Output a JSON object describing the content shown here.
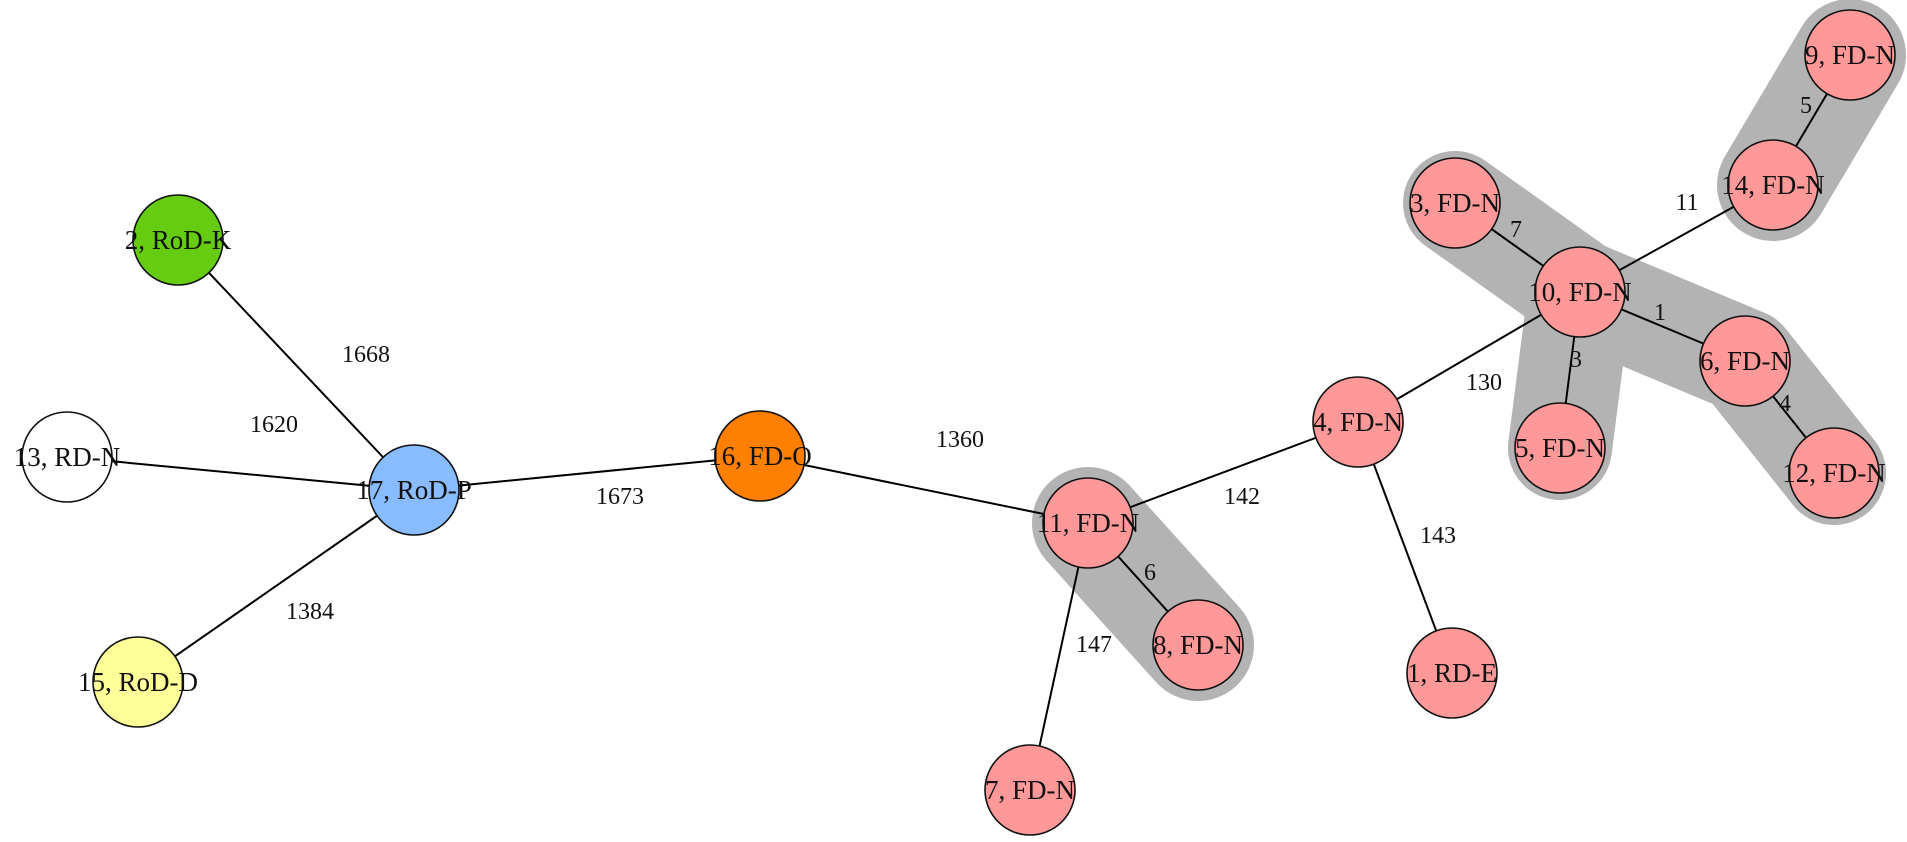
{
  "diagram": {
    "colors": {
      "FD-N": "#ff9999",
      "RoD-K": "#66cc11",
      "RD-N": "#ffffff",
      "RoD-P": "#88bbff",
      "RoD-D": "#ffff99",
      "FD-O": "#ff7f00",
      "RD-E": "#ff9999",
      "cluster_shade": "#b3b3b3",
      "edge": "#000000"
    },
    "nodes": [
      {
        "id": "1",
        "label": "1, RD-E",
        "group": "RD-E"
      },
      {
        "id": "2",
        "label": "2, RoD-K",
        "group": "RoD-K"
      },
      {
        "id": "3",
        "label": "3, FD-N",
        "group": "FD-N"
      },
      {
        "id": "4",
        "label": "4, FD-N",
        "group": "FD-N"
      },
      {
        "id": "5",
        "label": "5, FD-N",
        "group": "FD-N"
      },
      {
        "id": "6",
        "label": "6, FD-N",
        "group": "FD-N"
      },
      {
        "id": "7",
        "label": "7, FD-N",
        "group": "FD-N"
      },
      {
        "id": "8",
        "label": "8, FD-N",
        "group": "FD-N"
      },
      {
        "id": "9",
        "label": "9, FD-N",
        "group": "FD-N"
      },
      {
        "id": "10",
        "label": "10, FD-N",
        "group": "FD-N"
      },
      {
        "id": "11",
        "label": "11, FD-N",
        "group": "FD-N"
      },
      {
        "id": "12",
        "label": "12, FD-N",
        "group": "FD-N"
      },
      {
        "id": "13",
        "label": "13, RD-N",
        "group": "RD-N"
      },
      {
        "id": "14",
        "label": "14, FD-N",
        "group": "FD-N"
      },
      {
        "id": "15",
        "label": "15, RoD-D",
        "group": "RoD-D"
      },
      {
        "id": "16",
        "label": "16, FD-O",
        "group": "FD-O"
      },
      {
        "id": "17",
        "label": "17, RoD-P",
        "group": "RoD-P"
      }
    ],
    "edges": [
      {
        "from": "2",
        "to": "17",
        "label": "1668"
      },
      {
        "from": "13",
        "to": "17",
        "label": "1620"
      },
      {
        "from": "15",
        "to": "17",
        "label": "1384"
      },
      {
        "from": "17",
        "to": "16",
        "label": "1673"
      },
      {
        "from": "16",
        "to": "11",
        "label": "1360"
      },
      {
        "from": "11",
        "to": "4",
        "label": "142"
      },
      {
        "from": "11",
        "to": "8",
        "label": "6"
      },
      {
        "from": "11",
        "to": "7",
        "label": "147"
      },
      {
        "from": "4",
        "to": "1",
        "label": "143"
      },
      {
        "from": "4",
        "to": "10",
        "label": "130"
      },
      {
        "from": "10",
        "to": "3",
        "label": "7"
      },
      {
        "from": "10",
        "to": "5",
        "label": "3"
      },
      {
        "from": "10",
        "to": "6",
        "label": "1"
      },
      {
        "from": "6",
        "to": "12",
        "label": "4"
      },
      {
        "from": "10",
        "to": "14",
        "label": "11"
      },
      {
        "from": "14",
        "to": "9",
        "label": "5"
      }
    ],
    "clusters": [
      {
        "name": "cluster-11-8",
        "members": [
          "11",
          "8"
        ]
      },
      {
        "name": "cluster-10",
        "members": [
          "3",
          "10",
          "5",
          "6",
          "12"
        ]
      },
      {
        "name": "cluster-14-9",
        "members": [
          "14",
          "9"
        ]
      }
    ]
  }
}
